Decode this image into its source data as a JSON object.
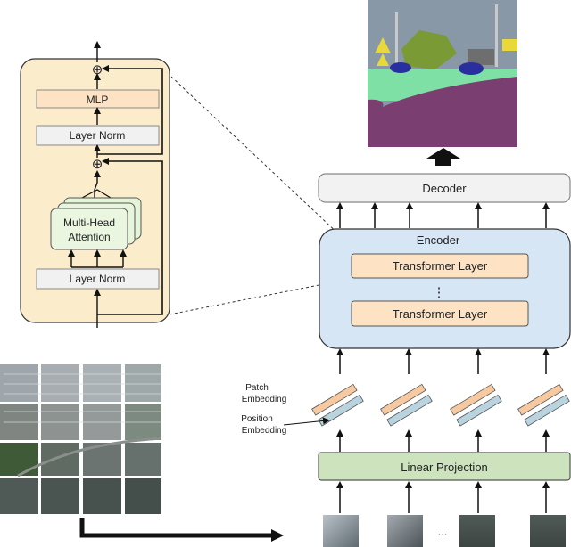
{
  "detail_block": {
    "mlp_label": "MLP",
    "layer_norm_top_label": "Layer Norm",
    "attention_label_line1": "Multi-Head",
    "attention_label_line2": "Attention",
    "layer_norm_bottom_label": "Layer Norm",
    "add_symbol": "⊕"
  },
  "decoder": {
    "label": "Decoder"
  },
  "encoder": {
    "title": "Encoder",
    "layer1_label": "Transformer Layer",
    "ellipsis": "⋮",
    "layer2_label": "Transformer Layer"
  },
  "embedding": {
    "patch_label_line1": "Patch",
    "patch_label_line2": "Embedding",
    "position_label_line1": "Position",
    "position_label_line2": "Embedding"
  },
  "linear_projection": {
    "label": "Linear Projection"
  },
  "patch_row": {
    "ellipsis": "..."
  },
  "colors": {
    "block_bg": "#fbeccc",
    "encoder_bg": "#d6e6f5",
    "layer_fill": "#fde3c4",
    "projection_fill": "#cce3bd",
    "patch_embed": "#f6c9a1",
    "position_embed": "#b9d3df",
    "seg_sky": "#8898a6",
    "seg_road": "#7a3f70",
    "seg_sidewalk": "#7ee0a4",
    "seg_vegetation": "#7a9a35",
    "seg_car": "#2a2fa0",
    "seg_sign": "#e8d83a"
  }
}
